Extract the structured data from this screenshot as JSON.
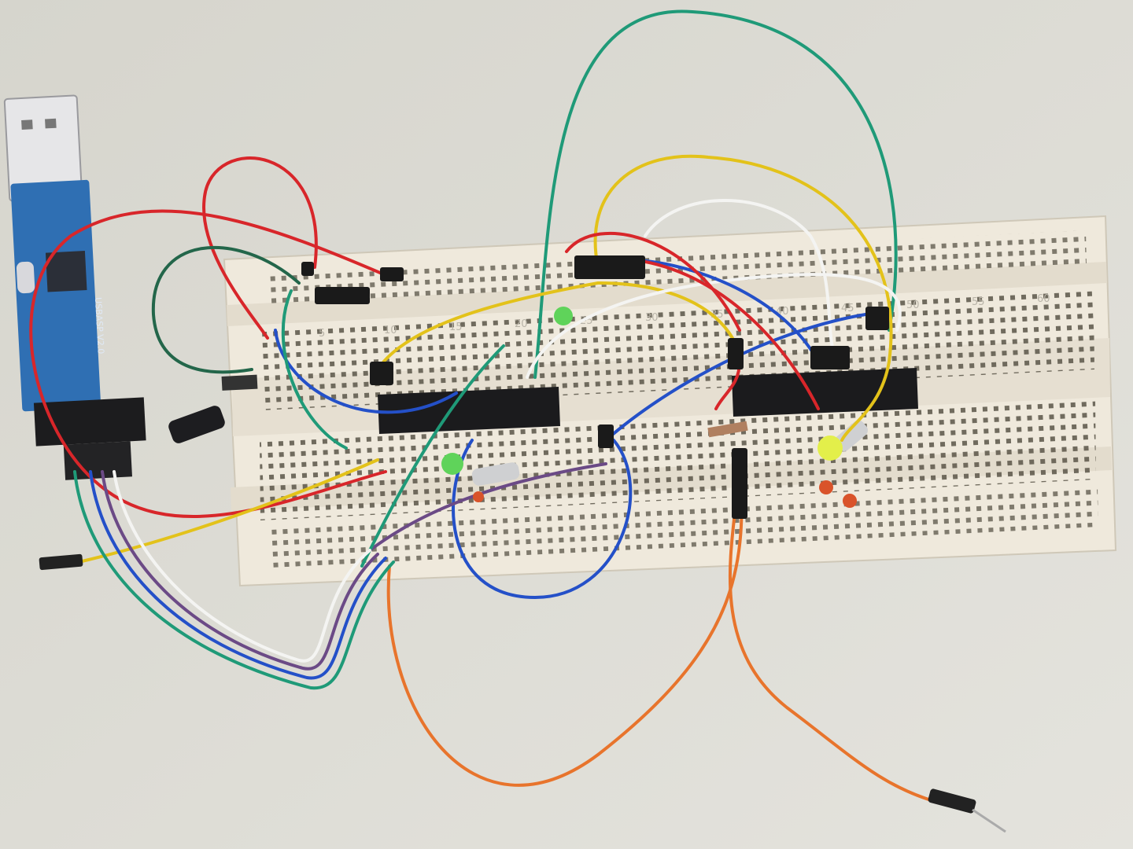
{
  "scene": {
    "background_color": "#dcdbd4",
    "programmer": {
      "label": "USBASP V2.0",
      "board_color": "#2f6fb3"
    },
    "breadboard": {
      "color": "#efe9dc",
      "column_numbers": [
        "5",
        "10",
        "15",
        "20",
        "25",
        "30",
        "35",
        "40",
        "45",
        "50",
        "55",
        "60"
      ]
    },
    "wire_colors": {
      "red": "#d8262a",
      "green": "#1f9a78",
      "dark_green": "#23664a",
      "yellow": "#e3c21a",
      "white": "#f4f4f2",
      "blue": "#2450c8",
      "orange": "#e8742c",
      "purple": "#6b4a86"
    },
    "leds": {
      "green": "#5fd35a",
      "yellow": "#e3ef4a",
      "red": "#d9532a"
    }
  }
}
